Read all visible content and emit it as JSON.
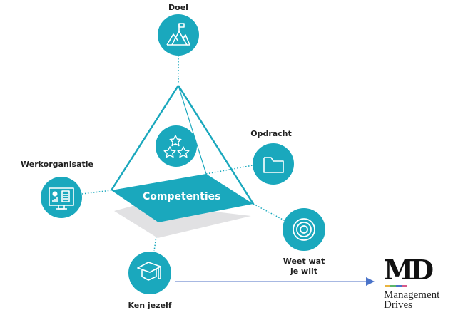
{
  "colors": {
    "teal": "#1aa8bd",
    "shadow": "#e1e1e3",
    "arrow": "#4a73c9",
    "text": "#222222"
  },
  "center": {
    "label": "Competenties",
    "icon": "three-stars-icon"
  },
  "nodes": [
    {
      "id": "doel",
      "label": "Doel",
      "icon": "mountain-flag-icon"
    },
    {
      "id": "opdracht",
      "label": "Opdracht",
      "icon": "folder-icon"
    },
    {
      "id": "werkorganisatie",
      "label": "Werkorganisatie",
      "icon": "monitor-report-icon"
    },
    {
      "id": "weet",
      "label_line1": "Weet wat",
      "label_line2": "je wilt",
      "icon": "target-icon"
    },
    {
      "id": "ken",
      "label": "Ken jezelf",
      "icon": "graduation-cap-icon"
    }
  ],
  "logo": {
    "mark": "MD",
    "line1": "Management",
    "line2": "Drives"
  }
}
